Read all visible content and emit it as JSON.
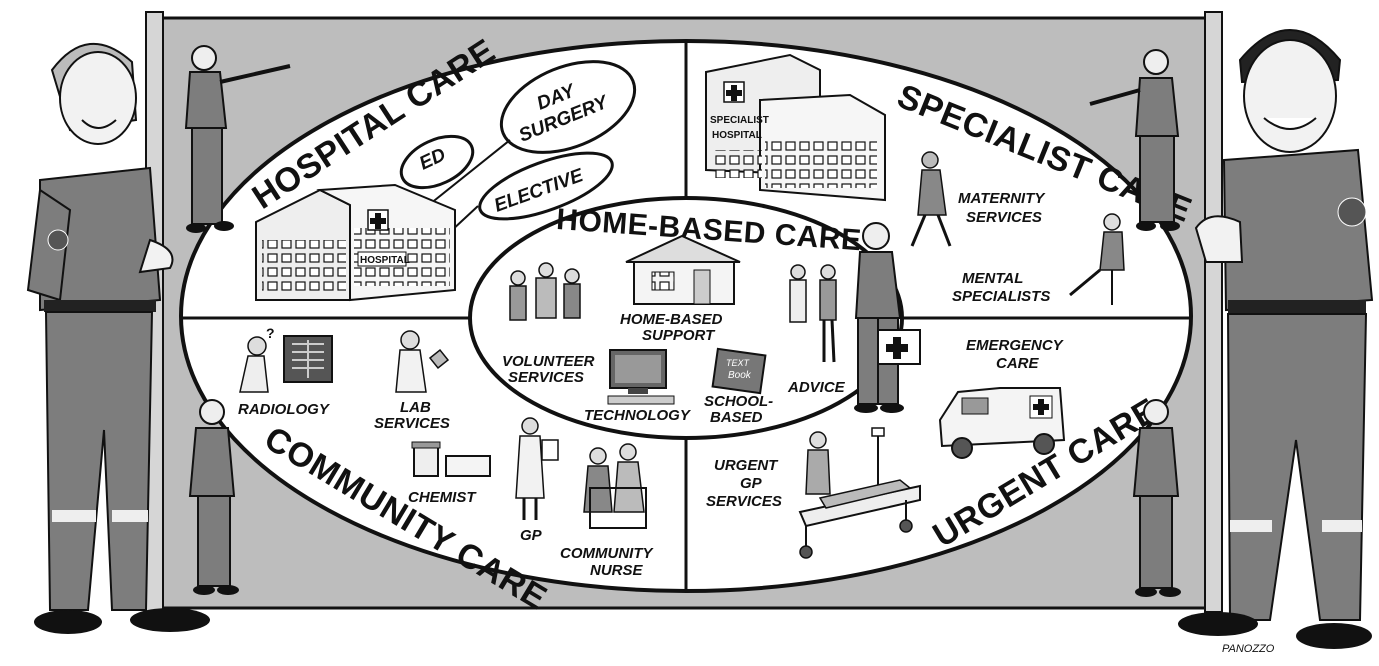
{
  "sections": {
    "hospital_care": {
      "title": "HOSPITAL CARE",
      "bubbles": [
        "ED",
        "DAY",
        "SURGERY",
        "ELECTIVE"
      ],
      "building_sign": "HOSPITAL"
    },
    "specialist_care": {
      "title": "SPECIALIST CARE",
      "building_sign": [
        "SPECIALIST",
        "HOSPITAL"
      ],
      "items": [
        {
          "line1": "MATERNITY",
          "line2": "SERVICES"
        },
        {
          "line1": "MENTAL",
          "line2": "SPECIALISTS"
        }
      ]
    },
    "home_based_care": {
      "title": "HOME-BASED CARE",
      "items": [
        {
          "line1": "HOME-BASED",
          "line2": "SUPPORT"
        },
        {
          "line1": "VOLUNTEER",
          "line2": "SERVICES"
        },
        {
          "line1": "TECHNOLOGY",
          "line2": ""
        },
        {
          "line1": "SCHOOL-",
          "line2": "BASED"
        },
        {
          "line1": "ADVICE",
          "line2": ""
        }
      ],
      "book_label": [
        "TEXT",
        "Book"
      ]
    },
    "community_care": {
      "title": "COMMUNITY CARE",
      "items": [
        {
          "line1": "RADIOLOGY",
          "line2": ""
        },
        {
          "line1": "LAB",
          "line2": "SERVICES"
        },
        {
          "line1": "CHEMIST",
          "line2": ""
        },
        {
          "line1": "GP",
          "line2": ""
        },
        {
          "line1": "COMMUNITY",
          "line2": "NURSE"
        }
      ]
    },
    "urgent_care": {
      "title": "URGENT CARE",
      "items": [
        {
          "line1": "EMERGENCY",
          "line2": "CARE"
        },
        {
          "line1": "URGENT",
          "line2": "GP",
          "line3": "SERVICES"
        }
      ]
    }
  },
  "signature": "PANOZZO",
  "colors": {
    "board": "#bdbdbd",
    "ellipse_fill": "#ffffff",
    "ink": "#111111",
    "uniform": "#7d7d7d"
  }
}
